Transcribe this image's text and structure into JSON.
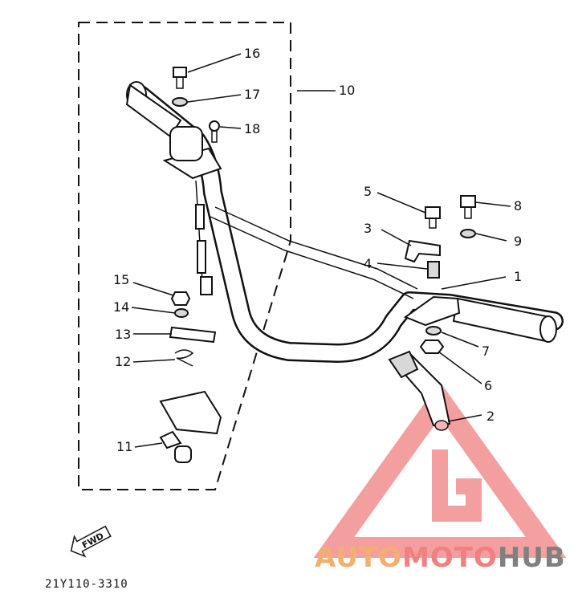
{
  "diagram": {
    "part_code": "21Y110-3310",
    "fwd_label": "FWD",
    "callouts": [
      "1",
      "2",
      "3",
      "4",
      "5",
      "6",
      "7",
      "8",
      "9",
      "10",
      "11",
      "12",
      "13",
      "14",
      "15",
      "16",
      "17",
      "18"
    ]
  },
  "watermark": {
    "part1": "AUTO",
    "part2": "MOTO",
    "part3": "HUB",
    "colors": {
      "auto": "#f2b070",
      "moto": "#f28080",
      "hub": "#808080",
      "logo": "#f08080"
    }
  }
}
